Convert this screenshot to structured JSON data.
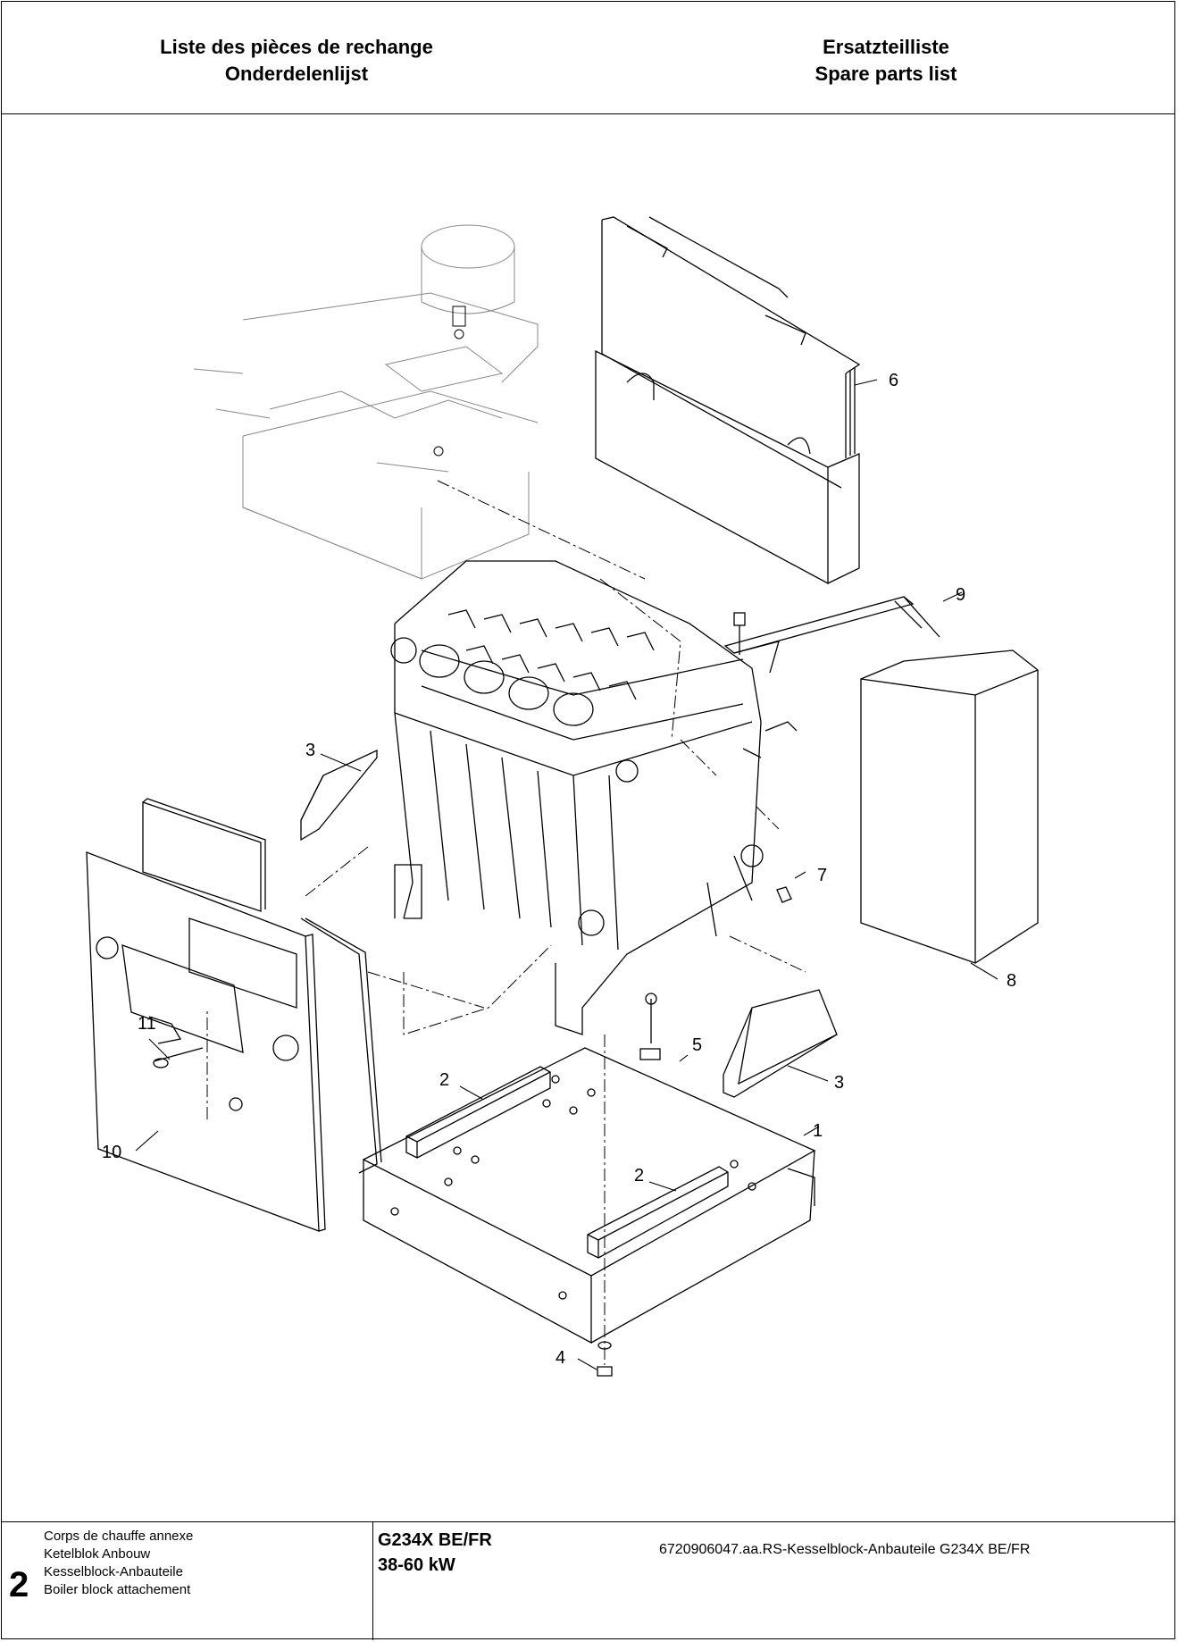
{
  "header": {
    "left_line1": "Liste des pièces de rechange",
    "left_line2": "Onderdelenlijst",
    "right_line1": "Ersatzteilliste",
    "right_line2": "Spare parts list"
  },
  "drawing": {
    "callouts": {
      "c1": "1",
      "c2a": "2",
      "c2b": "2",
      "c3a": "3",
      "c3b": "3",
      "c4": "4",
      "c5": "5",
      "c6": "6",
      "c7": "7",
      "c8": "8",
      "c9": "9",
      "c10": "10",
      "c11": "11"
    },
    "doc_reference": "6720906047.aa.RS-Kesselblock-Anbauteile G234X BE/FR"
  },
  "footer": {
    "section_number": "2",
    "line1": "Corps de chauffe annexe",
    "line2": "Ketelblok Anbouw",
    "line3": "Kesselblock-Anbauteile",
    "line4": "Boiler block attachement",
    "model": "G234X BE/FR",
    "power": "38-60 kW"
  }
}
